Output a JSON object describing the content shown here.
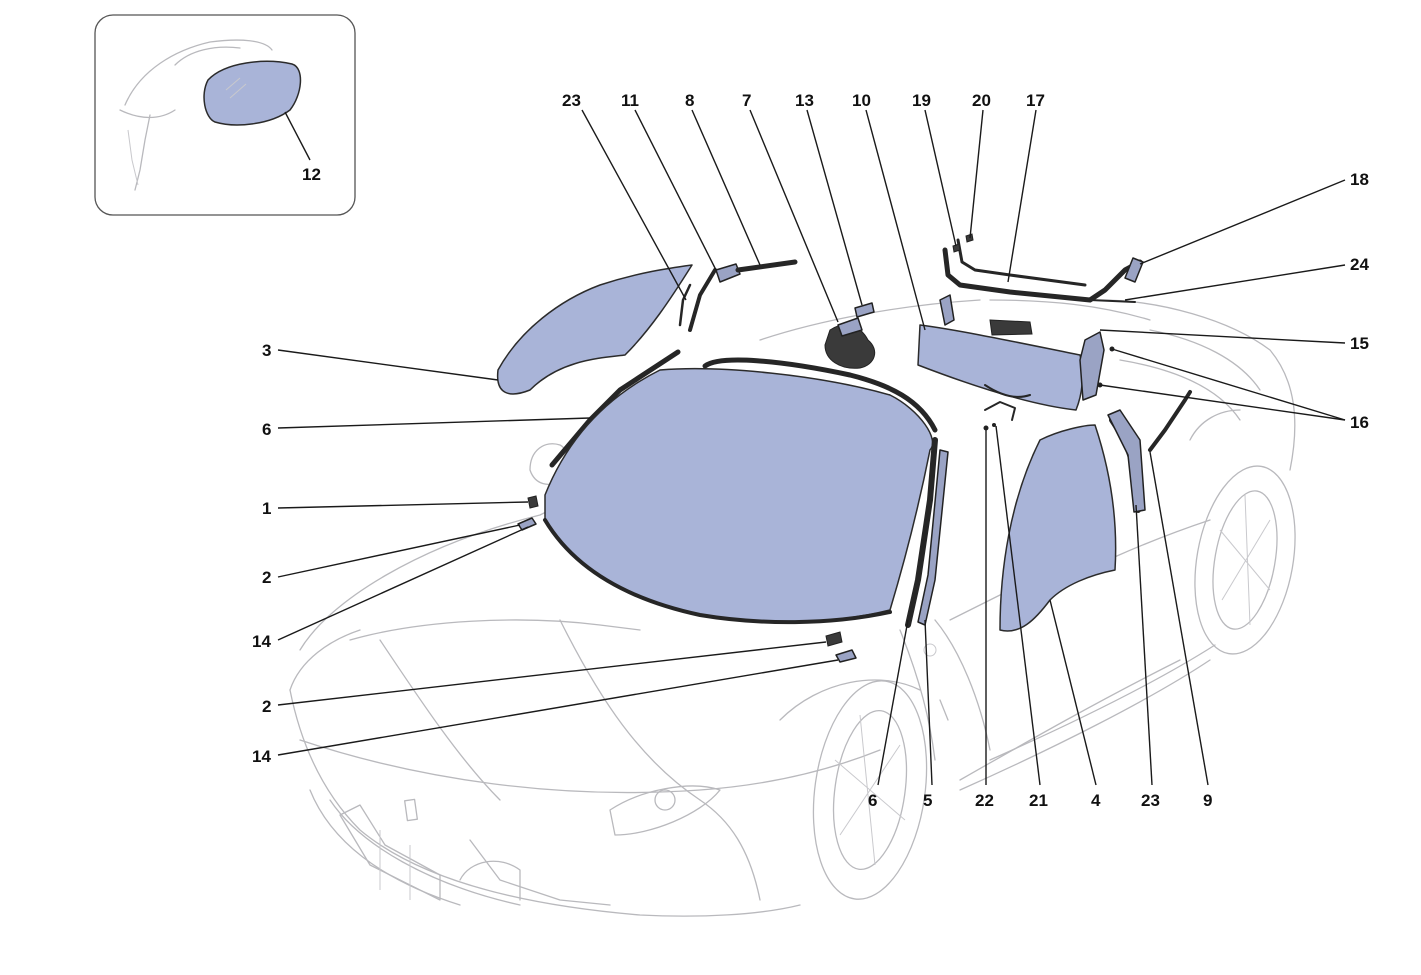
{
  "colors": {
    "glass_fill": "#a9b4d8",
    "outline": "#262626",
    "car_outline": "#b9b9bd"
  },
  "callouts": {
    "c12": "12",
    "c23_top": "23",
    "c11": "11",
    "c8": "8",
    "c7": "7",
    "c13": "13",
    "c10": "10",
    "c19": "19",
    "c20": "20",
    "c17": "17",
    "c18": "18",
    "c24": "24",
    "c15": "15",
    "c16": "16",
    "c3": "3",
    "c6_left": "6",
    "c1": "1",
    "c2_upper": "2",
    "c14_upper": "14",
    "c2_lower": "2",
    "c14_lower": "14",
    "c6_bottom": "6",
    "c5": "5",
    "c22": "22",
    "c21": "21",
    "c4": "4",
    "c23_bottom": "23",
    "c9": "9"
  }
}
